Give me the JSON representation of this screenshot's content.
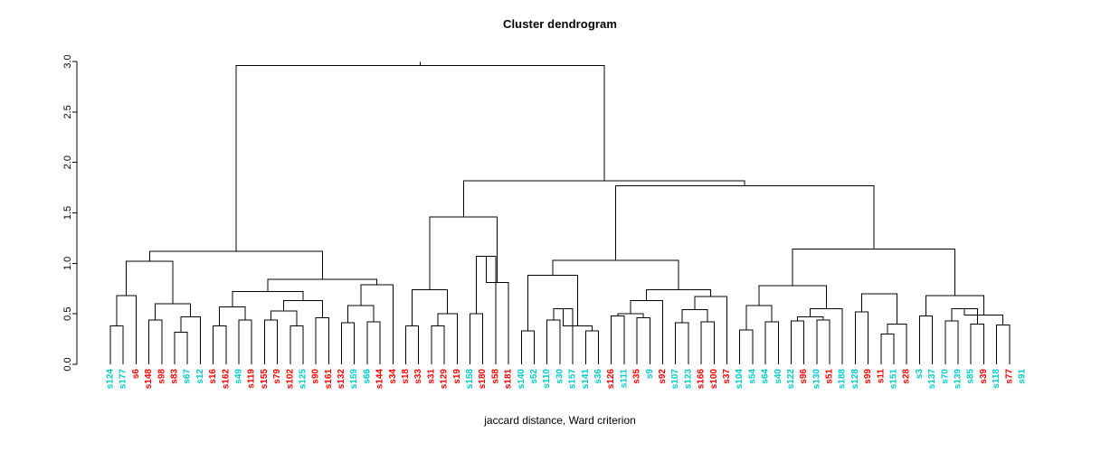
{
  "chart_data": {
    "type": "dendrogram",
    "title": "Cluster dendrogram",
    "xlabel": "jaccard distance, Ward criterion",
    "ylabel": "",
    "ylim": [
      0,
      3.0
    ],
    "yticks": [
      "0.0",
      "0.5",
      "1.0",
      "1.5",
      "2.0",
      "2.5",
      "3.0"
    ],
    "ytick_values": [
      0.0,
      0.5,
      1.0,
      1.5,
      2.0,
      2.5,
      3.0
    ],
    "grid": false,
    "legend": "none",
    "leaf_label_colors": {
      "cluster_1": "#00CCCC",
      "cluster_2": "#FF0000"
    },
    "leaves": [
      {
        "label": "s124",
        "color": "#00CCCC"
      },
      {
        "label": "s177",
        "color": "#00CCCC"
      },
      {
        "label": "s6",
        "color": "#FF0000"
      },
      {
        "label": "s148",
        "color": "#FF0000"
      },
      {
        "label": "s98",
        "color": "#FF0000"
      },
      {
        "label": "s83",
        "color": "#FF0000"
      },
      {
        "label": "s67",
        "color": "#00CCCC"
      },
      {
        "label": "s12",
        "color": "#00CCCC"
      },
      {
        "label": "s16",
        "color": "#FF0000"
      },
      {
        "label": "s162",
        "color": "#FF0000"
      },
      {
        "label": "s49",
        "color": "#00CCCC"
      },
      {
        "label": "s119",
        "color": "#FF0000"
      },
      {
        "label": "s155",
        "color": "#FF0000"
      },
      {
        "label": "s79",
        "color": "#FF0000"
      },
      {
        "label": "s102",
        "color": "#FF0000"
      },
      {
        "label": "s125",
        "color": "#00CCCC"
      },
      {
        "label": "s90",
        "color": "#FF0000"
      },
      {
        "label": "s161",
        "color": "#FF0000"
      },
      {
        "label": "s132",
        "color": "#FF0000"
      },
      {
        "label": "s159",
        "color": "#00CCCC"
      },
      {
        "label": "s66",
        "color": "#00CCCC"
      },
      {
        "label": "s144",
        "color": "#FF0000"
      },
      {
        "label": "s34",
        "color": "#FF0000"
      },
      {
        "label": "s18",
        "color": "#FF0000"
      },
      {
        "label": "s33",
        "color": "#FF0000"
      },
      {
        "label": "s31",
        "color": "#FF0000"
      },
      {
        "label": "s129",
        "color": "#FF0000"
      },
      {
        "label": "s19",
        "color": "#FF0000"
      },
      {
        "label": "s158",
        "color": "#00CCCC"
      },
      {
        "label": "s180",
        "color": "#FF0000"
      },
      {
        "label": "s58",
        "color": "#FF0000"
      },
      {
        "label": "s181",
        "color": "#FF0000"
      },
      {
        "label": "s140",
        "color": "#00CCCC"
      },
      {
        "label": "s52",
        "color": "#00CCCC"
      },
      {
        "label": "s110",
        "color": "#00CCCC"
      },
      {
        "label": "s30",
        "color": "#00CCCC"
      },
      {
        "label": "s157",
        "color": "#00CCCC"
      },
      {
        "label": "s141",
        "color": "#00CCCC"
      },
      {
        "label": "s36",
        "color": "#00CCCC"
      },
      {
        "label": "s126",
        "color": "#FF0000"
      },
      {
        "label": "s111",
        "color": "#00CCCC"
      },
      {
        "label": "s35",
        "color": "#FF0000"
      },
      {
        "label": "s9",
        "color": "#00CCCC"
      },
      {
        "label": "s92",
        "color": "#FF0000"
      },
      {
        "label": "s107",
        "color": "#00CCCC"
      },
      {
        "label": "s123",
        "color": "#00CCCC"
      },
      {
        "label": "s166",
        "color": "#FF0000"
      },
      {
        "label": "s100",
        "color": "#FF0000"
      },
      {
        "label": "s37",
        "color": "#FF0000"
      },
      {
        "label": "s104",
        "color": "#00CCCC"
      },
      {
        "label": "s54",
        "color": "#00CCCC"
      },
      {
        "label": "s64",
        "color": "#00CCCC"
      },
      {
        "label": "s40",
        "color": "#00CCCC"
      },
      {
        "label": "s122",
        "color": "#00CCCC"
      },
      {
        "label": "s96",
        "color": "#FF0000"
      },
      {
        "label": "s130",
        "color": "#00CCCC"
      },
      {
        "label": "s51",
        "color": "#FF0000"
      },
      {
        "label": "s188",
        "color": "#00CCCC"
      },
      {
        "label": "s128",
        "color": "#00CCCC"
      },
      {
        "label": "s99",
        "color": "#FF0000"
      },
      {
        "label": "s11",
        "color": "#FF0000"
      },
      {
        "label": "s151",
        "color": "#00CCCC"
      },
      {
        "label": "s28",
        "color": "#FF0000"
      },
      {
        "label": "s3",
        "color": "#00CCCC"
      },
      {
        "label": "s137",
        "color": "#00CCCC"
      },
      {
        "label": "s70",
        "color": "#00CCCC"
      },
      {
        "label": "s139",
        "color": "#00CCCC"
      },
      {
        "label": "s85",
        "color": "#00CCCC"
      },
      {
        "label": "s39",
        "color": "#FF0000"
      },
      {
        "label": "s118",
        "color": "#00CCCC"
      },
      {
        "label": "s77",
        "color": "#FF0000"
      },
      {
        "label": "s91",
        "color": "#00CCCC"
      }
    ],
    "merges": [
      {
        "left": {
          "leaf": 0
        },
        "right": {
          "leaf": 1
        },
        "height": 0.38
      },
      {
        "left": {
          "node": 0
        },
        "right": {
          "leaf": 2
        },
        "height": 0.68
      },
      {
        "left": {
          "leaf": 3
        },
        "right": {
          "leaf": 4
        },
        "height": 0.44
      },
      {
        "left": {
          "leaf": 5
        },
        "right": {
          "leaf": 6
        },
        "height": 0.32
      },
      {
        "left": {
          "leaf": 7
        },
        "right": {
          "node": 3
        },
        "height": 0.47
      },
      {
        "left": {
          "node": 2
        },
        "right": {
          "node": 4
        },
        "height": 0.6
      },
      {
        "left": {
          "node": 1
        },
        "right": {
          "node": 5
        },
        "height": 1.02
      },
      {
        "left": {
          "leaf": 8
        },
        "right": {
          "leaf": 9
        },
        "height": 0.38
      },
      {
        "left": {
          "leaf": 10
        },
        "right": {
          "leaf": 11
        },
        "height": 0.44
      },
      {
        "left": {
          "node": 7
        },
        "right": {
          "node": 8
        },
        "height": 0.57
      },
      {
        "left": {
          "leaf": 12
        },
        "right": {
          "leaf": 13
        },
        "height": 0.44
      },
      {
        "left": {
          "leaf": 14
        },
        "right": {
          "leaf": 15
        },
        "height": 0.38
      },
      {
        "left": {
          "node": 10
        },
        "right": {
          "node": 11
        },
        "height": 0.53
      },
      {
        "left": {
          "leaf": 16
        },
        "right": {
          "leaf": 17
        },
        "height": 0.46
      },
      {
        "left": {
          "node": 12
        },
        "right": {
          "node": 13
        },
        "height": 0.63
      },
      {
        "left": {
          "node": 9
        },
        "right": {
          "node": 14
        },
        "height": 0.72
      },
      {
        "left": {
          "leaf": 18
        },
        "right": {
          "leaf": 19
        },
        "height": 0.41
      },
      {
        "left": {
          "leaf": 20
        },
        "right": {
          "leaf": 21
        },
        "height": 0.42
      },
      {
        "left": {
          "node": 16
        },
        "right": {
          "node": 17
        },
        "height": 0.58
      },
      {
        "left": {
          "node": 18
        },
        "right": {
          "leaf": 22
        },
        "height": 0.79
      },
      {
        "left": {
          "node": 15
        },
        "right": {
          "node": 19
        },
        "height": 0.84
      },
      {
        "left": {
          "node": 6
        },
        "right": {
          "node": 20
        },
        "height": 1.12
      },
      {
        "left": {
          "leaf": 23
        },
        "right": {
          "leaf": 24
        },
        "height": 0.38
      },
      {
        "left": {
          "leaf": 25
        },
        "right": {
          "leaf": 26
        },
        "height": 0.38
      },
      {
        "left": {
          "node": 23
        },
        "right": {
          "leaf": 27
        },
        "height": 0.5
      },
      {
        "left": {
          "node": 22
        },
        "right": {
          "node": 24
        },
        "height": 0.74
      },
      {
        "left": {
          "leaf": 28
        },
        "right": {
          "leaf": 29
        },
        "height": 0.5
      },
      {
        "left": {
          "node": 26
        },
        "right": {
          "leaf": 30
        },
        "height": 1.07
      },
      {
        "left": {
          "node": 27
        },
        "right": {
          "leaf": 31
        },
        "height": 0.81
      },
      {
        "left": {
          "node": 25
        },
        "right": {
          "node": 28
        },
        "height": 1.46
      },
      {
        "left": {
          "leaf": 32
        },
        "right": {
          "leaf": 33
        },
        "height": 0.33
      },
      {
        "left": {
          "leaf": 34
        },
        "right": {
          "leaf": 35
        },
        "height": 0.44
      },
      {
        "left": {
          "node": 31
        },
        "right": {
          "leaf": 36
        },
        "height": 0.55
      },
      {
        "left": {
          "leaf": 37
        },
        "right": {
          "leaf": 38
        },
        "height": 0.33
      },
      {
        "left": {
          "node": 32
        },
        "right": {
          "node": 33
        },
        "height": 0.38
      },
      {
        "left": {
          "node": 30
        },
        "right": {
          "node": 34
        },
        "height": 0.88
      },
      {
        "left": {
          "leaf": 39
        },
        "right": {
          "leaf": 40
        },
        "height": 0.48
      },
      {
        "left": {
          "leaf": 41
        },
        "right": {
          "leaf": 42
        },
        "height": 0.46
      },
      {
        "left": {
          "node": 36
        },
        "right": {
          "node": 37
        },
        "height": 0.5
      },
      {
        "left": {
          "node": 38
        },
        "right": {
          "leaf": 43
        },
        "height": 0.63
      },
      {
        "left": {
          "leaf": 44
        },
        "right": {
          "leaf": 45
        },
        "height": 0.41
      },
      {
        "left": {
          "leaf": 46
        },
        "right": {
          "leaf": 47
        },
        "height": 0.42
      },
      {
        "left": {
          "node": 40
        },
        "right": {
          "node": 41
        },
        "height": 0.54
      },
      {
        "left": {
          "node": 42
        },
        "right": {
          "leaf": 48
        },
        "height": 0.67
      },
      {
        "left": {
          "node": 39
        },
        "right": {
          "node": 43
        },
        "height": 0.74
      },
      {
        "left": {
          "node": 35
        },
        "right": {
          "node": 44
        },
        "height": 1.03
      },
      {
        "left": {
          "leaf": 49
        },
        "right": {
          "leaf": 50
        },
        "height": 0.34
      },
      {
        "left": {
          "leaf": 51
        },
        "right": {
          "leaf": 52
        },
        "height": 0.42
      },
      {
        "left": {
          "node": 46
        },
        "right": {
          "node": 47
        },
        "height": 0.58
      },
      {
        "left": {
          "leaf": 53
        },
        "right": {
          "leaf": 54
        },
        "height": 0.43
      },
      {
        "left": {
          "leaf": 55
        },
        "right": {
          "leaf": 56
        },
        "height": 0.44
      },
      {
        "left": {
          "node": 49
        },
        "right": {
          "node": 50
        },
        "height": 0.47
      },
      {
        "left": {
          "node": 51
        },
        "right": {
          "leaf": 57
        },
        "height": 0.55
      },
      {
        "left": {
          "node": 48
        },
        "right": {
          "node": 52
        },
        "height": 0.78
      },
      {
        "left": {
          "leaf": 58
        },
        "right": {
          "leaf": 59
        },
        "height": 0.52
      },
      {
        "left": {
          "leaf": 60
        },
        "right": {
          "leaf": 61
        },
        "height": 0.3
      },
      {
        "left": {
          "node": 55
        },
        "right": {
          "leaf": 62
        },
        "height": 0.4
      },
      {
        "left": {
          "node": 54
        },
        "right": {
          "node": 56
        },
        "height": 0.7
      },
      {
        "left": {
          "leaf": 63
        },
        "right": {
          "leaf": 64
        },
        "height": 0.48
      },
      {
        "left": {
          "leaf": 65
        },
        "right": {
          "leaf": 66
        },
        "height": 0.43
      },
      {
        "left": {
          "leaf": 67
        },
        "right": {
          "leaf": 68
        },
        "height": 0.4
      },
      {
        "left": {
          "node": 59
        },
        "right": {
          "node": 60
        },
        "height": 0.55
      },
      {
        "left": {
          "leaf": 69
        },
        "right": {
          "leaf": 70
        },
        "height": 0.39
      },
      {
        "left": {
          "node": 61
        },
        "right": {
          "node": 62
        },
        "height": 0.49
      },
      {
        "left": {
          "node": 58
        },
        "right": {
          "node": 63
        },
        "height": 0.68
      },
      {
        "left": {
          "node": 53
        },
        "right": {
          "node": 64
        },
        "height": 1.14
      },
      {
        "left": {
          "node": 45
        },
        "right": {
          "node": 65
        },
        "height": 1.77
      },
      {
        "left": {
          "node": 29
        },
        "right": {
          "node": 66
        },
        "height": 1.82
      },
      {
        "left": {
          "node": 21
        },
        "right": {
          "node": 67
        },
        "height": 2.96
      }
    ]
  },
  "axis": {
    "tick_labels": [
      "0.0",
      "0.5",
      "1.0",
      "1.5",
      "2.0",
      "2.5",
      "3.0"
    ]
  }
}
